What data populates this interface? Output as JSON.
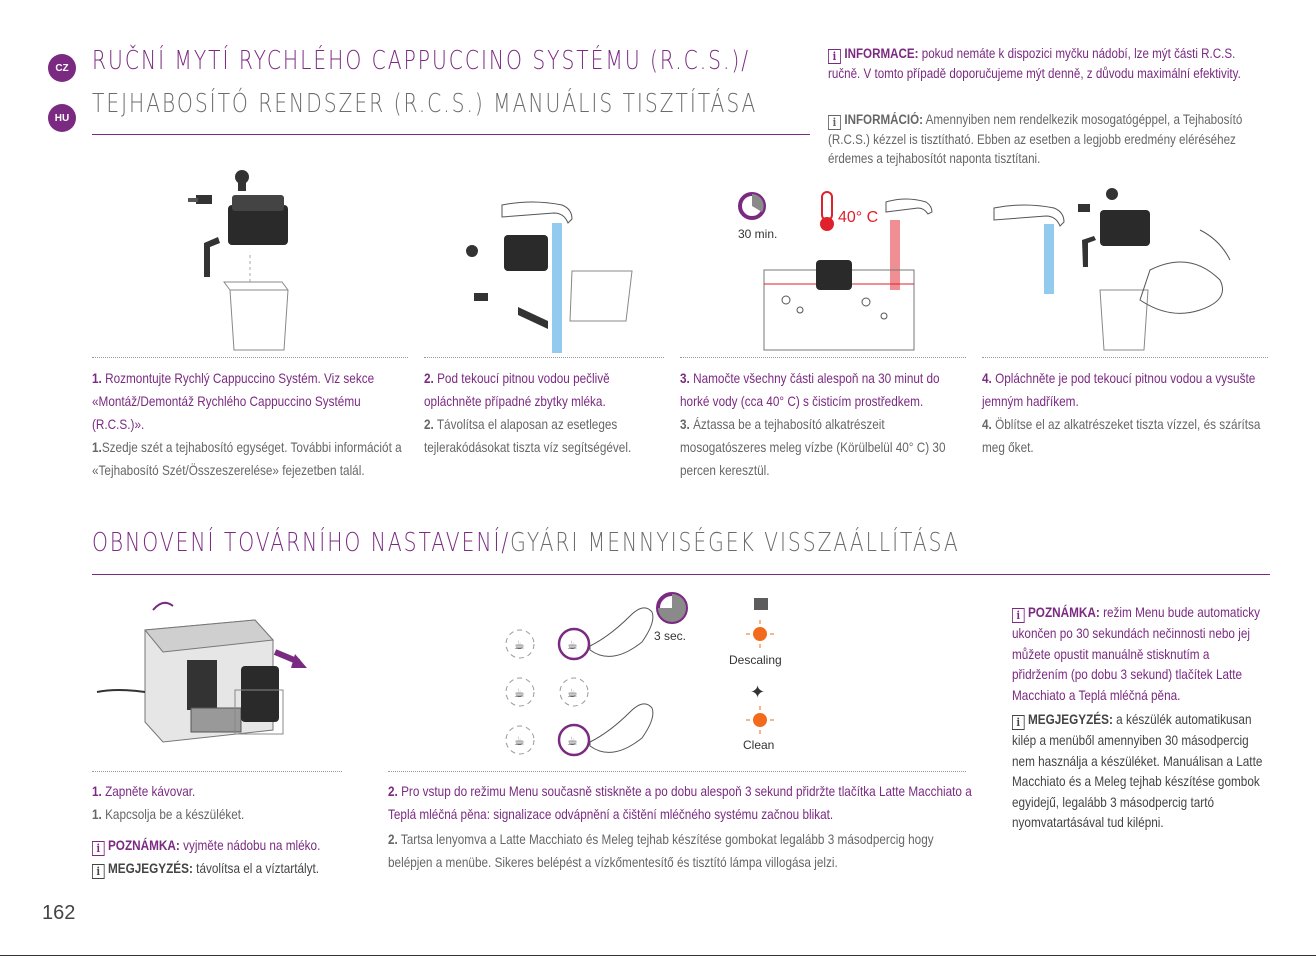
{
  "badges": {
    "cz": "CZ",
    "hu": "HU"
  },
  "section1": {
    "title_cz": "RUČNÍ MYTÍ RYCHLÉHO CAPPUCCINO SYSTÉMU (R.C.S.)/",
    "title_hu": "TEJHABOSÍTÓ RENDSZER (R.C.S.) MANUÁLIS TISZTÍTÁSA",
    "info_cz_label": "INFORMACE:",
    "info_cz_text": "pokud nemáte k dispozici myčku nádobí, lze mýt části R.C.S. ručně. V tomto případě doporučujeme mýt denně, z důvodu maximální efektivity.",
    "info_hu_label": "INFORMÁCIÓ:",
    "info_hu_text": "Amennyiben nem rendelkezik mosogatógéppel, a Tejhabosító (R.C.S.) kézzel is tisztítható. Ebben az esetben a legjobb eredmény eléréséhez érdemes a tejhabosítót naponta tisztítani.",
    "timer_label": "30 min.",
    "temp_label": "40° C",
    "steps": [
      {
        "num_cz": "1.",
        "cz": "Rozmontujte Rychlý Cappuccino Systém. Viz sekce «Montáž/Demontáž Rychlého Cappuccino Systému (R.C.S.)».",
        "num_hu": "1.",
        "hu": "Szedje szét a tejhabosító egységet. További információt a «Tejhabosító Szét/Összeszerelése» fejezetben talál."
      },
      {
        "num_cz": "2.",
        "cz": "Pod tekoucí pitnou vodou pečlivě opláchněte případné zbytky mléka.",
        "num_hu": "2.",
        "hu": "Távolítsa el alaposan az esetleges tejlerakódásokat tiszta víz segítségével."
      },
      {
        "num_cz": "3.",
        "cz": "Namočte všechny části alespoň na 30 minut do horké vody (cca 40° C) s čisticím prostředkem.",
        "num_hu": "3.",
        "hu": "Áztassa be a tejhabosító alkatrészeit mosogatószeres meleg vízbe (Körülbelül 40° C) 30 percen keresztül."
      },
      {
        "num_cz": "4.",
        "cz": "Opláchněte je pod tekoucí pitnou vodou a vysušte jemným hadříkem.",
        "num_hu": "4.",
        "hu": "Öblítse el az alkatrészeket tiszta vízzel, és szárítsa meg őket."
      }
    ]
  },
  "section2": {
    "title_cz": "OBNOVENÍ TOVÁRNÍHO NASTAVENÍ/",
    "title_hu": "GYÁRI MENNYISÉGEK VISSZAÁLLÍTÁSA",
    "sec_label": "3 sec.",
    "descaling_label": "Descaling",
    "clean_label": "Clean",
    "step1_num_cz": "1.",
    "step1_cz": "Zapněte kávovar.",
    "step1_num_hu": "1.",
    "step1_hu": "Kapcsolja be a készüléket.",
    "note1_cz_label": "POZNÁMKA:",
    "note1_cz": "vyjměte nádobu na mléko.",
    "note1_hu_label": "MEGJEGYZÉS:",
    "note1_hu": "távolítsa el a víztartályt.",
    "step2_num_cz": "2.",
    "step2_cz": "Pro vstup do režimu Menu současně stiskněte a po dobu alespoň 3 sekund přidržte tlačítka Latte Macchiato a Teplá mléčná pěna: signalizace odvápnění a čištění mléčného systému začnou blikat.",
    "step2_num_hu": "2.",
    "step2_hu": "Tartsa lenyomva a Latte Macchiato és Meleg tejhab készítése gombokat legalább 3 másodpercig hogy belépjen a menübe. Sikeres belépést a vízkőmentesítő és tisztító lámpa villogása jelzi.",
    "note2_cz_label": "POZNÁMKA:",
    "note2_cz": "režim Menu bude automaticky ukončen po 30 sekundách nečinnosti nebo jej můžete opustit manuálně stisknutím a přidržením (po dobu 3 sekund) tlačítek Latte Macchiato a Teplá mléčná pěna.",
    "note2_hu_label": "MEGJEGYZÉS:",
    "note2_hu": "a készülék automatikusan kilép a menüből amennyiben 30 másodpercig nem használja a készüléket. Manuálisan a Latte Macchiato és a Meleg tejhab készítése gombok egyidejű, legalább 3 másodpercig tartó nyomvatartásával tud kilépni."
  },
  "info_icon": "i",
  "page_number": "162",
  "colors": {
    "accent": "#7b2a82",
    "orange": "#f26a1b",
    "hot": "#e0202a",
    "water": "#3ba0e0"
  }
}
